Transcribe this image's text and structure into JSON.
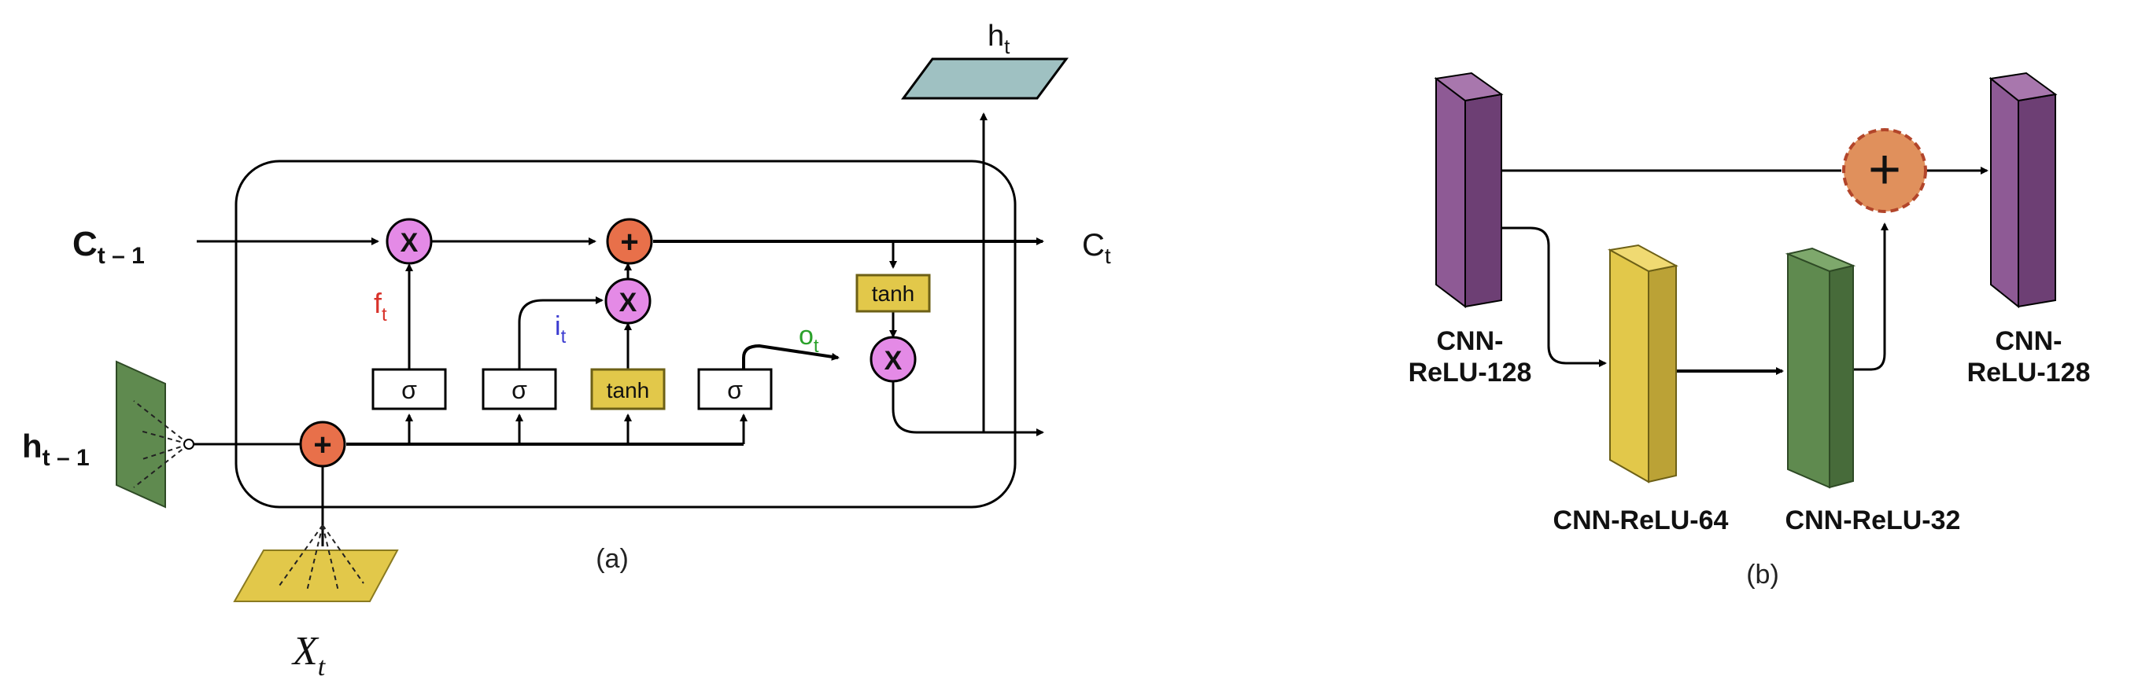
{
  "panel_a": {
    "caption": "(a)",
    "c_prev": {
      "base": "C",
      "sub": "t – 1"
    },
    "c_out": {
      "base": "C",
      "sub": "t"
    },
    "h_prev": {
      "base": "h",
      "sub": "t – 1"
    },
    "h_out": {
      "base": "h",
      "sub": "t"
    },
    "x_in": {
      "base": "X",
      "sub": "t"
    },
    "f_gate": {
      "base": "f",
      "sub": "t"
    },
    "i_gate": {
      "base": "i",
      "sub": "t"
    },
    "o_gate": {
      "base": "o",
      "sub": "t"
    },
    "sigma": "σ",
    "tanh": "tanh",
    "mult": "X",
    "plus": "+"
  },
  "panel_b": {
    "caption": "(b)",
    "layer1": {
      "line1": "CNN-",
      "line2": "ReLU-128"
    },
    "layer2": "CNN-ReLU-64",
    "layer3": "CNN-ReLU-32",
    "layer4": {
      "line1": "CNN-",
      "line2": "ReLU-128"
    },
    "plus": "+"
  },
  "colors": {
    "purple": "#8e5a95",
    "yellow": "#e2c84a",
    "green": "#5f8a4f",
    "orange": "#e8704a",
    "pink": "#e48ae6",
    "teal": "#9fc1c2",
    "f_color": "#d8322a",
    "i_color": "#3b3bd0",
    "o_color": "#2aa12a"
  }
}
